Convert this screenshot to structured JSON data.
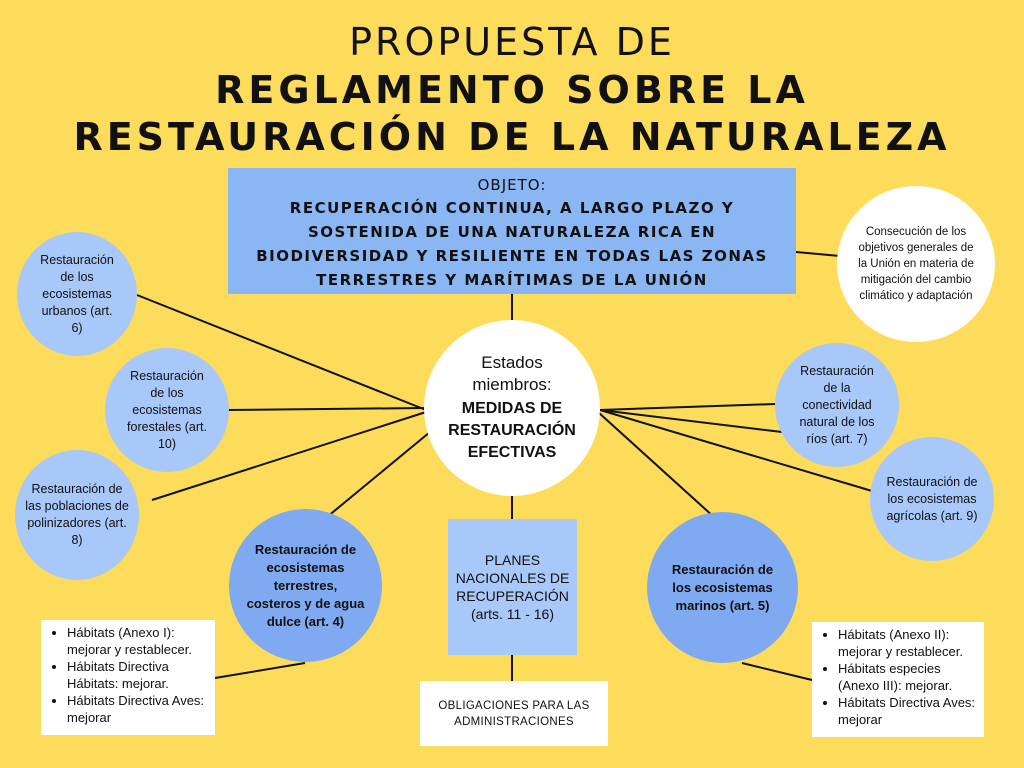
{
  "title": {
    "line1": "PROPUESTA DE",
    "line2": "REGLAMENTO SOBRE LA",
    "line3": "RESTAURACIÓN DE LA NATURALEZA"
  },
  "objeto": {
    "label": "OBJETO:",
    "text": "RECUPERACIÓN CONTINUA, A LARGO PLAZO Y SOSTENIDA DE UNA NATURALEZA RICA EN BIODIVERSIDAD Y RESILIENTE EN TODAS LAS ZONAS TERRESTRES Y MARÍTIMAS DE LA UNIÓN"
  },
  "center": {
    "line1": "Estados miembros:",
    "line2": "MEDIDAS DE RESTAURACIÓN EFECTIVAS"
  },
  "nodes": {
    "clima": "Consecución de los objetivos generales de la Unión en materia de mitigación del cambio climático y adaptación",
    "urbanos": "Restauración de los ecosistemas urbanos (art. 6)",
    "forestales": "Restauración de los ecosistemas forestales (art. 10)",
    "polinizadores": "Restauración de las poblaciones de polinizadores (art. 8)",
    "terrestres": "Restauración de ecosistemas terrestres, costeros y de agua dulce (art. 4)",
    "planes": "PLANES NACIONALES DE RECUPERACIÓN (arts. 11 - 16)",
    "marinos": "Restauración de los ecosistemas marinos (art. 5)",
    "rios": "Restauración de la conectividad natural de los ríos (art. 7)",
    "agricolas": "Restauración de los ecosistemas agrícolas (art. 9)",
    "obligaciones": "OBLIGACIONES PARA LAS ADMINISTRACIONES"
  },
  "habitats_left": [
    "Hábitats (Anexo I): mejorar y restablecer.",
    "Hábitats Directiva Hábitats: mejorar.",
    "Hábitats Directiva Aves: mejorar"
  ],
  "habitats_right": [
    "Hábitats (Anexo II): mejorar y restablecer.",
    "Hábitats especies (Anexo III): mejorar.",
    "Hábitats Directiva Aves: mejorar"
  ],
  "colors": {
    "background": "#FDDC5C",
    "light_blue": "#A7C8F8",
    "mid_blue": "#7FA9F0",
    "objeto_blue": "#8AB6F4"
  }
}
